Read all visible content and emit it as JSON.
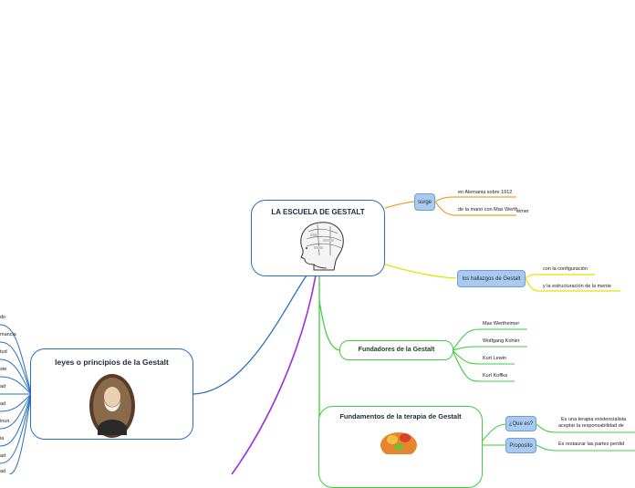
{
  "central": {
    "title": "LA ESCUELA DE GESTALT"
  },
  "surge": {
    "label": "surge",
    "items": [
      "en Alemania sobre 1912",
      "de la mano con Max Werth",
      "eimer"
    ]
  },
  "hallazgos": {
    "label": "los hallazgos de Gestalt",
    "items": [
      "con la configuración",
      "y la estructuración de la mente"
    ]
  },
  "fundadores": {
    "label": "Fundadores de la Gestalt",
    "items": [
      "Max Wertheimer",
      "Wolfgang Kohler",
      "Kurt Lewin",
      "Kurt Koffka"
    ]
  },
  "fundamentos": {
    "title": "Fundamentos de la terapia de Gestalt",
    "que_es": "¿Que es?",
    "que_es_text": [
      "Es una terapia existencialista",
      "aceptar la responsabilidad de"
    ],
    "proposito": "Proposito",
    "proposito_text": "Es restaurar las partes perdid"
  },
  "leyes": {
    "title": "leyes o principios de la Gestalt",
    "items": [
      "do",
      "mancia",
      "tud",
      "ste",
      "ad",
      "ad",
      "inuri",
      "ia",
      "ad",
      "ad"
    ]
  },
  "colors": {
    "line_blue": "#2a6fbf",
    "line_orange": "#f0a030",
    "line_yellow": "#e8e000",
    "line_green": "#3fcc3f",
    "line_purple": "#9a2fe0"
  }
}
